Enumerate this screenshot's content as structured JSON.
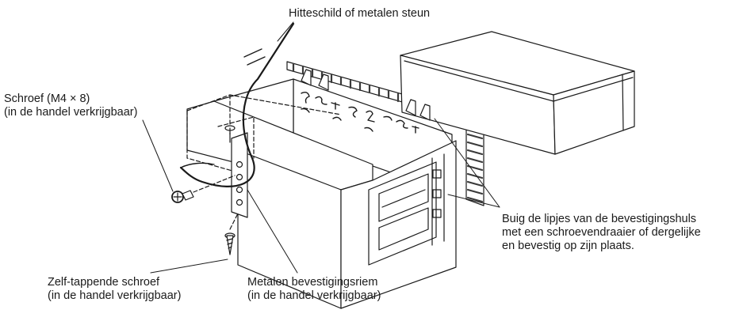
{
  "labels": {
    "heat_shield": "Hitteschild of metalen steun",
    "screw": {
      "line1": "Schroef (M4 × 8)",
      "line2": "(in de handel verkrijgbaar)"
    },
    "self_tapping_screw": {
      "line1": "Zelf-tappende schroef",
      "line2": "(in de handel verkrijgbaar)"
    },
    "metal_strap": {
      "line1": "Metalen bevestigingsriem",
      "line2": "(in de handel verkrijgbaar)"
    },
    "bend_tabs": {
      "line1": "Buig de lipjes van de bevestigingshuls",
      "line2": "met een schroevendraaier of dergelijke",
      "line3": "en bevestig op zijn plaats."
    }
  },
  "colors": {
    "line": "#1a1a1a",
    "stripe": "#3a3a3a",
    "background": "#ffffff"
  }
}
